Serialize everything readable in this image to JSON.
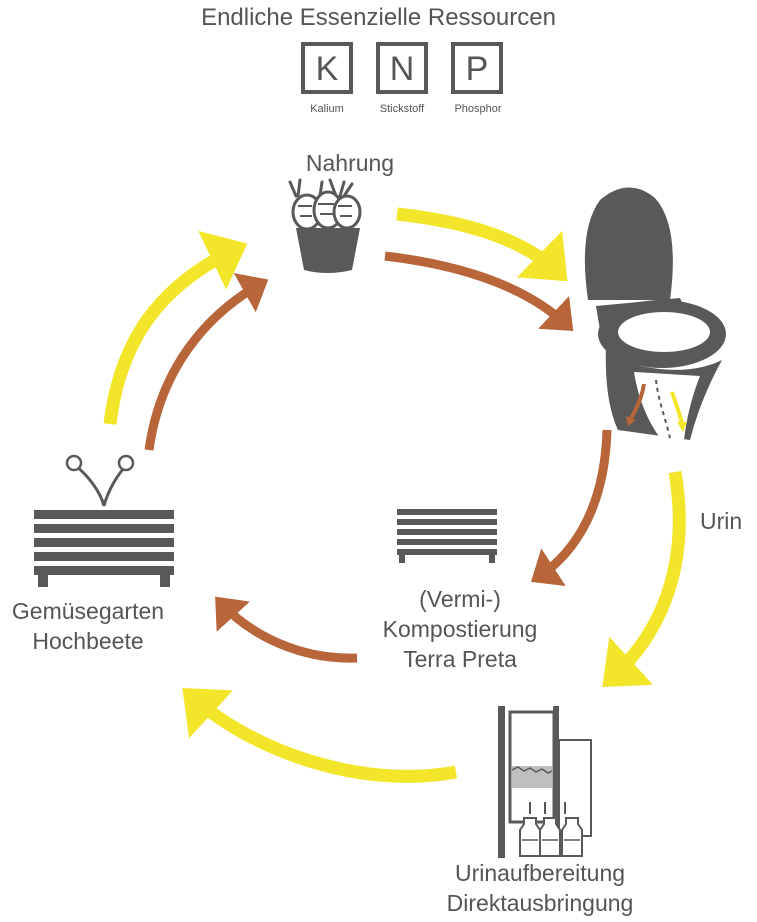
{
  "title": "Endliche Essenzielle Ressourcen",
  "resources": [
    {
      "symbol": "K",
      "name": "Kalium"
    },
    {
      "symbol": "N",
      "name": "Stickstoff"
    },
    {
      "symbol": "P",
      "name": "Phosphor"
    }
  ],
  "nodes": {
    "food": "Nahrung",
    "urine": "Urin",
    "compost": [
      "(Vermi-)",
      "Kompostierung",
      "Terra Preta"
    ],
    "garden": [
      "Gemüsegarten",
      "Hochbeete"
    ],
    "processing": [
      "Urinaufbereitung",
      "Direktausbringung"
    ]
  },
  "colors": {
    "yellow_flow": "#f3e62a",
    "brown_flow": "#b8653a",
    "icon_gray": "#595959",
    "text": "#555555"
  },
  "icons": [
    "carrot-basket-icon",
    "toilet-icon",
    "raised-bed-icon",
    "compost-bin-icon",
    "urine-filter-icon",
    "seedling-icon"
  ]
}
